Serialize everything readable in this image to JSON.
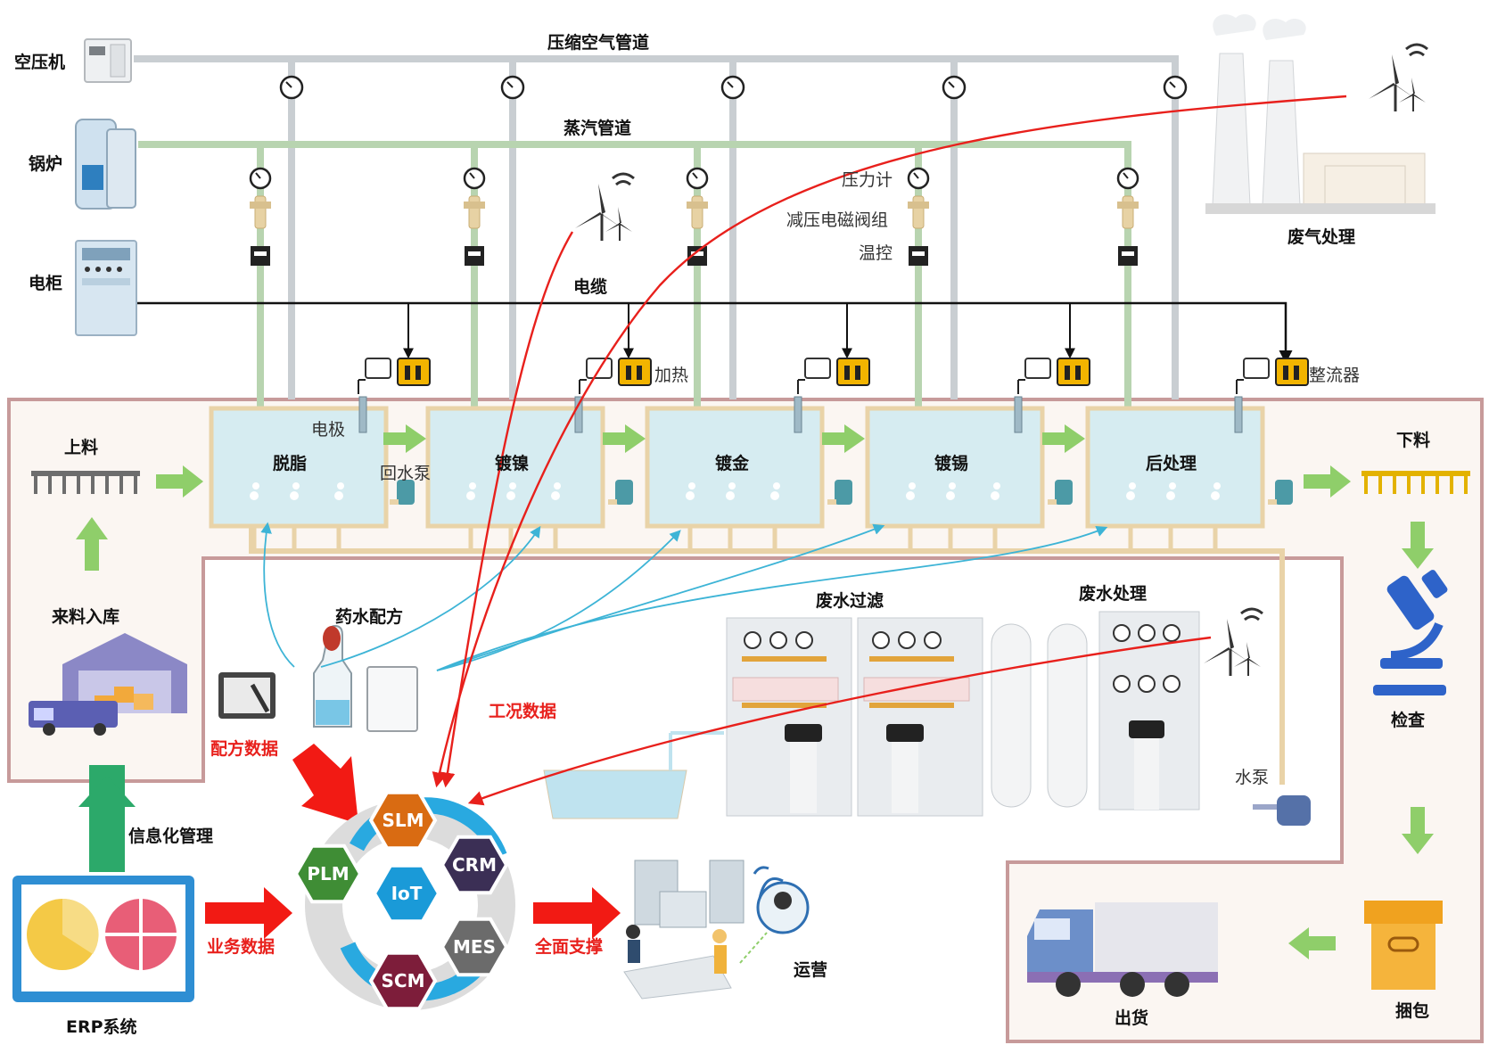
{
  "utilities": {
    "air_compressor": "空压机",
    "boiler": "锅炉",
    "electric_cabinet": "电柜",
    "compressed_air_pipe": "压缩空气管道",
    "steam_pipe": "蒸汽管道",
    "cable": "电缆",
    "pressure_gauge": "压力计",
    "valve_group": "减压电磁阀组",
    "temp_control": "温控",
    "heating": "加热",
    "rectifier": "整流器",
    "exhaust_treatment": "废气处理"
  },
  "line": {
    "loading": "上料",
    "unloading": "下料",
    "electrode": "电极",
    "return_pump": "回水泵",
    "tanks": [
      "脱脂",
      "镀镍",
      "镀金",
      "镀锡",
      "后处理"
    ]
  },
  "left": {
    "incoming_storage": "来料入库",
    "it_management": "信息化管理",
    "erp": "ERP系统"
  },
  "middle": {
    "formula": "药水配方",
    "formula_data": "配方数据",
    "condition_data": "工况数据",
    "business_data": "业务数据",
    "full_support": "全面支撑",
    "operations": "运营",
    "modules": [
      "SLM",
      "CRM",
      "MES",
      "SCM",
      "PLM",
      "IoT"
    ]
  },
  "wastewater": {
    "filtration": "废水过滤",
    "treatment": "废水处理",
    "water_pump": "水泵"
  },
  "right": {
    "inspection": "检查",
    "packing": "捆包",
    "shipping": "出货"
  },
  "colors": {
    "frame": "#c79a9a",
    "tank": "#d6ecf1",
    "pipe_beige": "#e9d3a8",
    "pipe_green": "#b8d4b0",
    "pipe_gray": "#c9ced2",
    "red_line": "#e8201c",
    "flow_arrow": "#8fce6a",
    "blue_line": "#3db4d6",
    "slm": "#d96b12",
    "crm": "#3b2f55",
    "mes": "#6b6b6b",
    "scm": "#7d1d3a",
    "plm": "#3f8d35",
    "iot": "#1a9ad8"
  }
}
